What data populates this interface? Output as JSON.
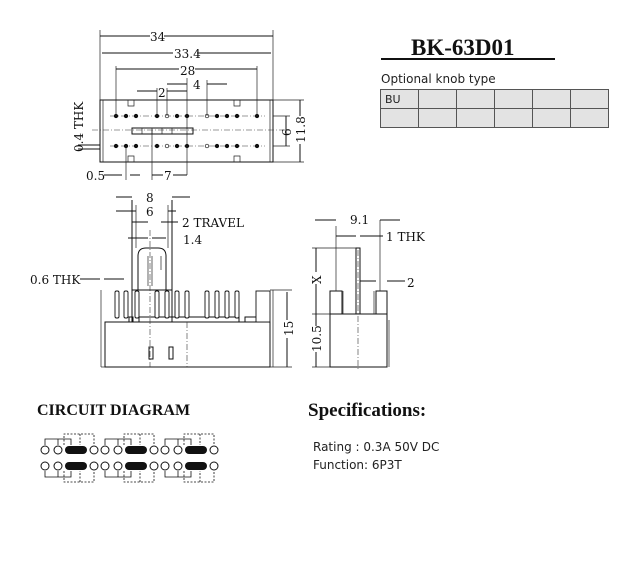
{
  "model": "BK-63D01",
  "knob": {
    "label": "Optional knob type",
    "rows": [
      [
        "BU",
        "",
        "",
        "",
        "",
        ""
      ],
      [
        "",
        "",
        "",
        "",
        "",
        ""
      ]
    ]
  },
  "top_view": {
    "d34": "34",
    "d33_4": "33.4",
    "d28": "28",
    "d4": "4",
    "d2": "2",
    "d0_4thk": "0.4  THK",
    "d6": "6",
    "d11_8": "11.8",
    "d0_5": "0.5",
    "d7": "7"
  },
  "front_view": {
    "d8": "8",
    "d6": "6",
    "travel": "2  TRAVEL",
    "d1_4": "1.4",
    "d0_6thk": "0.6  THK",
    "d15": "15"
  },
  "side_view": {
    "d9_1": "9.1",
    "d1thk": "1  THK",
    "x": "X",
    "d2": "2",
    "d10_5": "10.5"
  },
  "circuit": {
    "title": "CIRCUIT DIAGRAM"
  },
  "specs": {
    "title": "Specifications:",
    "rating": "Rating : 0.3A 50V DC",
    "function": "Function: 6P3T"
  }
}
